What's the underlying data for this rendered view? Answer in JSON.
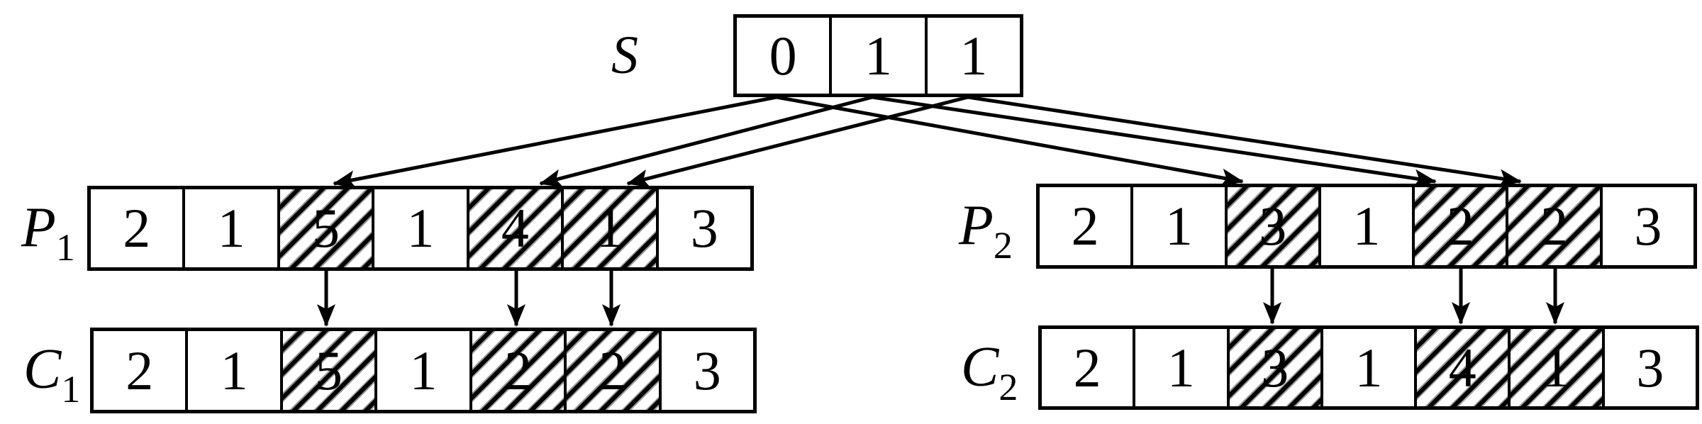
{
  "mask": {
    "label": "S",
    "cells": [
      "0",
      "1",
      "1"
    ]
  },
  "parent1": {
    "label": "P",
    "subscript": "1",
    "cells": [
      "2",
      "1",
      "5",
      "1",
      "4",
      "1",
      "3"
    ],
    "hatched_positions": [
      3,
      5,
      6
    ]
  },
  "parent2": {
    "label": "P",
    "subscript": "2",
    "cells": [
      "2",
      "1",
      "3",
      "1",
      "2",
      "2",
      "3"
    ],
    "hatched_positions": [
      3,
      5,
      6
    ]
  },
  "child1": {
    "label": "C",
    "subscript": "1",
    "cells": [
      "2",
      "1",
      "5",
      "1",
      "2",
      "2",
      "3"
    ],
    "hatched_positions": [
      3,
      5,
      6
    ]
  },
  "child2": {
    "label": "C",
    "subscript": "2",
    "cells": [
      "2",
      "1",
      "3",
      "1",
      "4",
      "1",
      "3"
    ],
    "hatched_positions": [
      3,
      5,
      6
    ]
  },
  "arrows": {
    "mask_to_parents": [
      {
        "from": "S cell 1",
        "to": [
          "P1 position 3",
          "P2 position 3"
        ]
      },
      {
        "from": "S cell 2",
        "to": [
          "P1 position 5",
          "P2 position 5"
        ]
      },
      {
        "from": "S cell 3",
        "to": [
          "P1 position 6",
          "P2 position 6"
        ]
      }
    ],
    "parent1_to_child1_positions": [
      3,
      5,
      6
    ],
    "parent2_to_child2_positions": [
      3,
      5,
      6
    ]
  },
  "colors": {
    "ink": "#000000",
    "background": "#ffffff",
    "hatch_gray": "#999999"
  }
}
